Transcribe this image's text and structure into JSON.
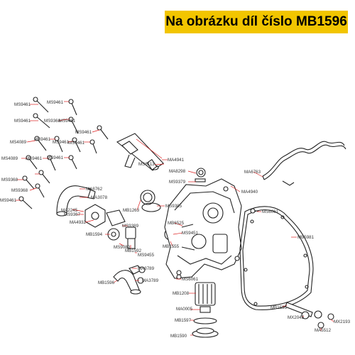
{
  "banner": {
    "title": "Na obrázku díl číslo MB1596"
  },
  "labels": {
    "ms9461_a": "MS9461",
    "ms9461_b": "MS9461",
    "ms9461_c": "MS9461",
    "ms9368_a": "MS9368",
    "ms9461_d": "MS9461",
    "ms9461_e": "MS9461",
    "ms4089_a": "MS4089",
    "ms9461_f": "MS9461",
    "ms9461_g": "MS9461",
    "ms9461_h": "MS9461",
    "ms4089_b": "MS4089",
    "ms9461_i": "MS9461",
    "ms9461_j": "MS9461",
    "ms9368_b": "MS9368",
    "ms9368_c": "MS9368",
    "ms9461_k": "MS9461",
    "ma4941": "MA4941",
    "ms6113": "MS6113",
    "ma8298": "MA8298",
    "ms9379": "MS9379",
    "ma6763": "MA6763",
    "ma4940": "MA4940",
    "ma8762": "MA8762",
    "ma3078": "MA3078",
    "ma2245": "MA2245",
    "ms9367": "MS9367",
    "ma4932": "MA4932",
    "mb1263": "MB1263",
    "ms9385": "MS9385",
    "ms6061_a": "MS6061",
    "ms9389": "MS9389",
    "mb6525": "MB6525",
    "ms9451": "MS9451",
    "mb1594": "MB1594",
    "mb1555": "MB1555",
    "mb5981": "MB5981",
    "ms9089": "MS9089",
    "mb1592": "MB1592",
    "ms9455": "MS9455",
    "ma3789_a": "MA3789",
    "ma3789_b": "MA3789",
    "mb1596": "MB1596",
    "ms6061_b": "MS6061",
    "mb1208": "MB1208",
    "ma0005": "MA0005",
    "mb1597": "MB1597",
    "mb1595": "MB1595",
    "mx2045": "MX2045",
    "mx2193": "MX2193",
    "ma5512": "MA5512",
    "mb1590": "MB1590"
  }
}
